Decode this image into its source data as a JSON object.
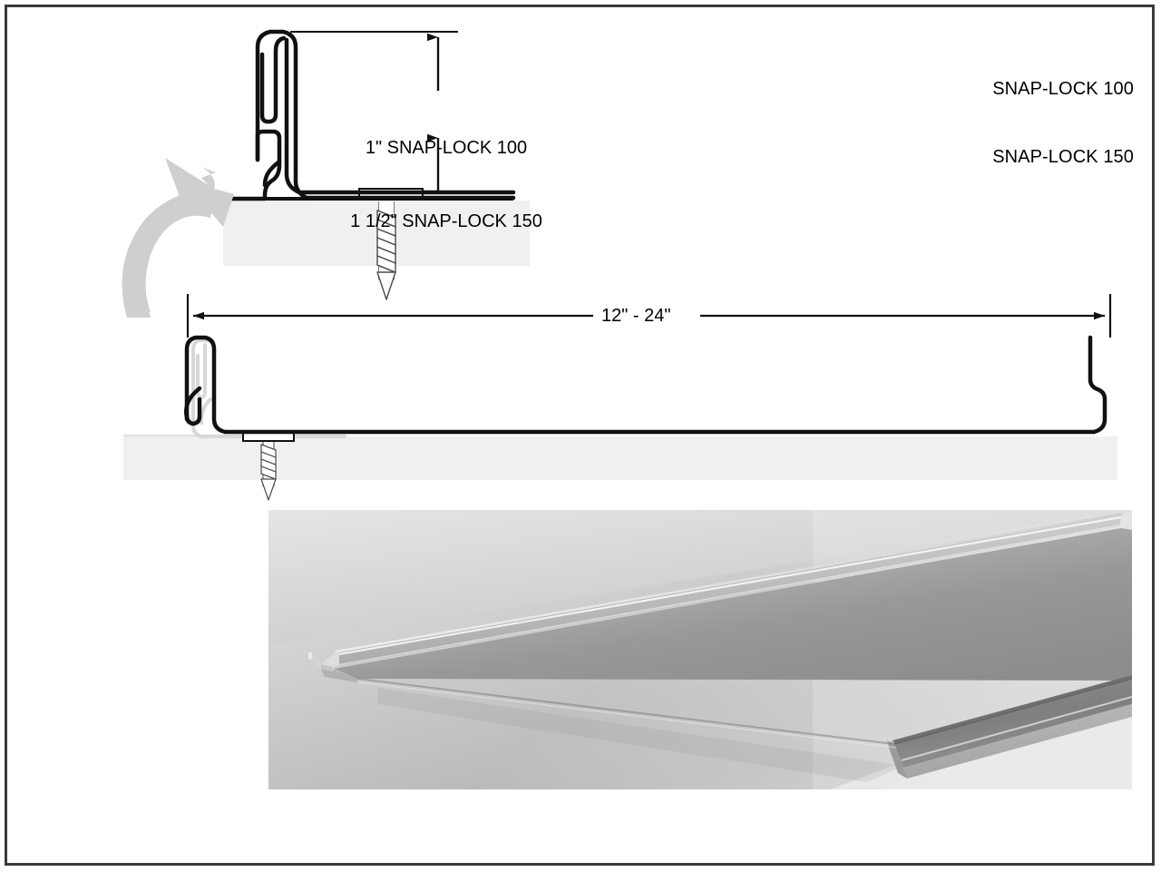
{
  "sheet": {
    "background_color": "#ffffff",
    "border_color": "#3a3a3a"
  },
  "title_block": {
    "line1": "SNAP-LOCK 100",
    "line2": "SNAP-LOCK 150"
  },
  "detail_view": {
    "name": "seam-profile-detail",
    "height_dimension": {
      "line1": "1\" SNAP-LOCK 100",
      "line2": "1 1/2\" SNAP-LOCK 150"
    },
    "components": {
      "panel_profile": "snap-lock male/female interlocking seam",
      "clip": "concealed fastening clip",
      "fastener": "wood screw",
      "deck": "roof deck substrate"
    }
  },
  "panel_view": {
    "name": "full-panel-section",
    "width_dimension": "12\" - 24\"",
    "components": {
      "left_seam": "male snap-lock leg",
      "right_seam": "female receiving leg",
      "clip": "concealed fastening clip",
      "fastener": "wood screw",
      "deck": "roof deck substrate",
      "adjacent_panel": "ghosted interlocking panel"
    }
  },
  "callout_arrow": {
    "name": "detail-callout-arrow",
    "color": "#cfcfcf",
    "direction": "up-right"
  },
  "photo": {
    "name": "panel-3d-render",
    "description": "metal snap-lock roof panel render",
    "metal_light": "#e9eaea",
    "metal_mid": "#b6b7b8",
    "metal_dark": "#8a8b8c",
    "metal_shadow": "#6f7071"
  },
  "colors": {
    "line": "#111111",
    "deck_fill": "#f0f0f0",
    "ghost_line": "#d8d8d8",
    "arrow_gray": "#cfcfcf"
  }
}
